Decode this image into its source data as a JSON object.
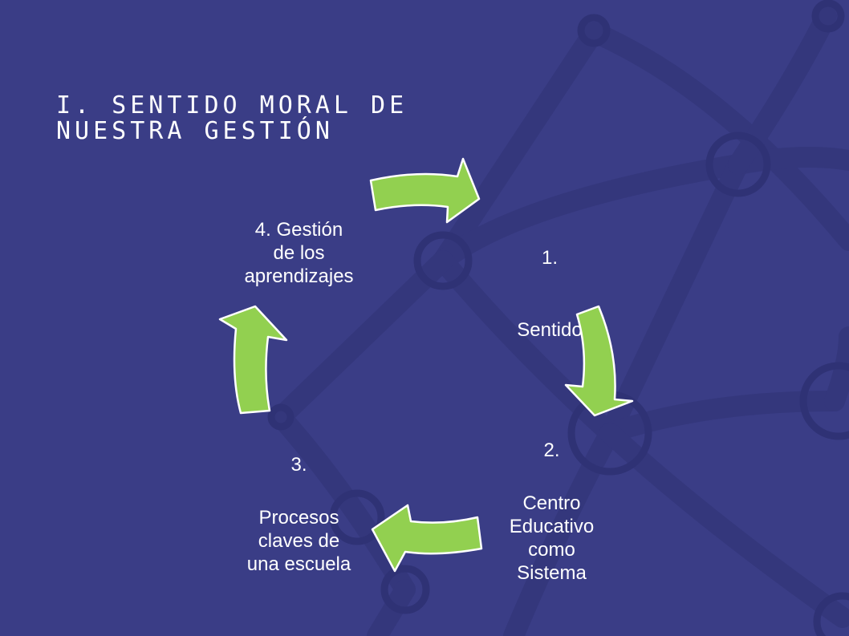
{
  "slide": {
    "title": "I. SENTIDO MORAL DE\nNUESTRA GESTIÓN"
  },
  "cycle": {
    "steps": [
      {
        "number": "1.",
        "label": "Sentido"
      },
      {
        "number": "2.",
        "label": "Centro\nEducativo\ncomo\nSistema"
      },
      {
        "number": "3.",
        "label": "Procesos\nclaves de\nuna escuela"
      },
      {
        "number": "",
        "label": "4. Gestión\nde los\naprendizajes"
      }
    ],
    "arrow_color": "#92d050",
    "arrow_outline": "#ffffff"
  },
  "colors": {
    "background": "#3a3d86",
    "network_line": "#34377c",
    "network_node": "#2f3275"
  }
}
